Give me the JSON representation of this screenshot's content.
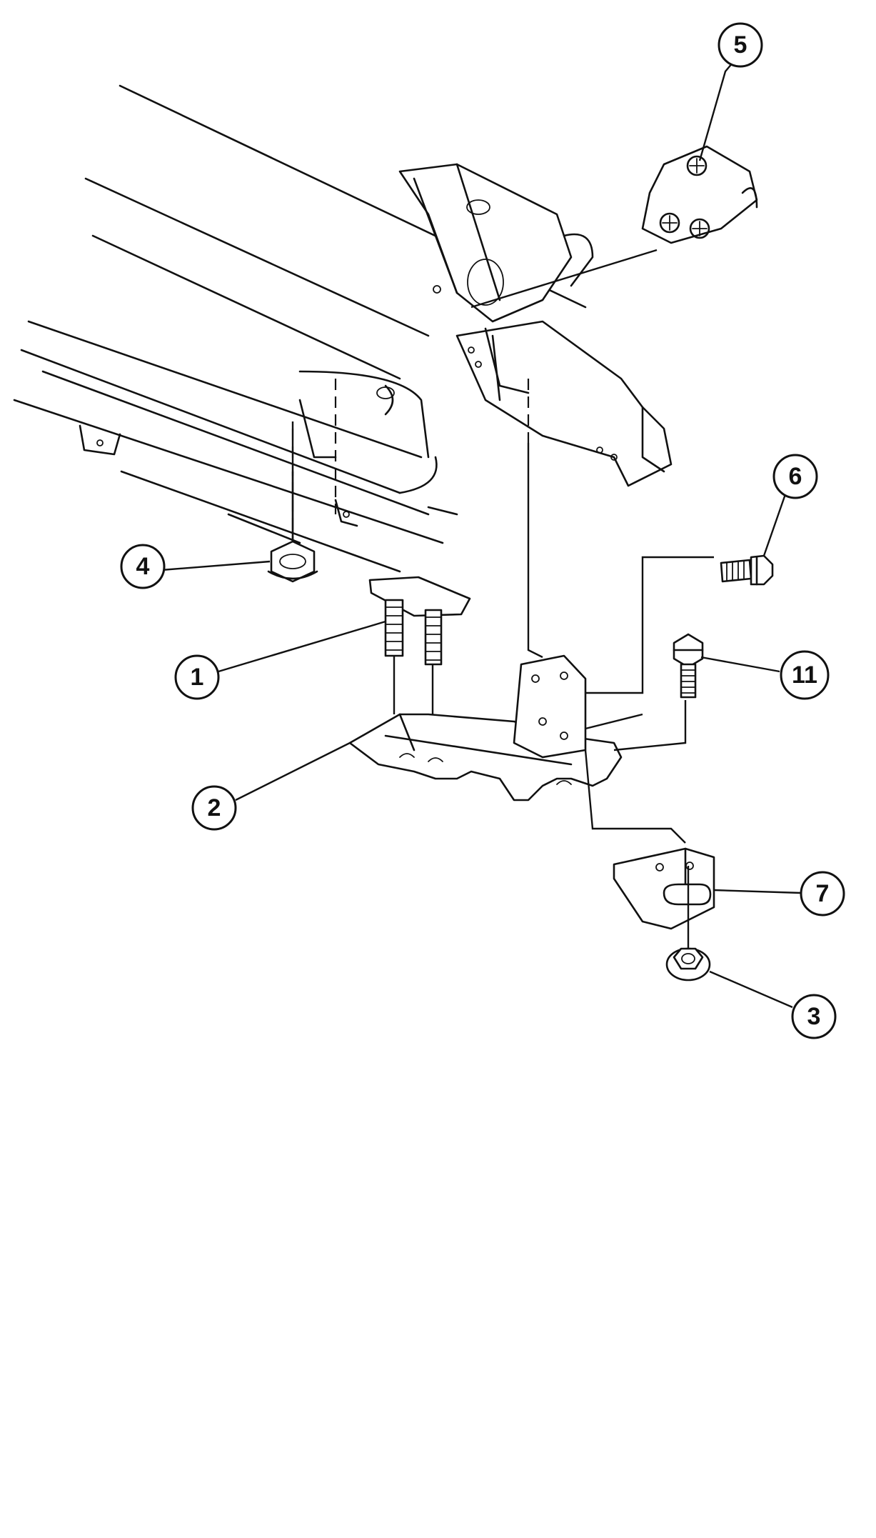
{
  "diagram": {
    "callouts": [
      {
        "id": "1",
        "label": "1"
      },
      {
        "id": "2",
        "label": "2"
      },
      {
        "id": "3",
        "label": "3"
      },
      {
        "id": "4",
        "label": "4"
      },
      {
        "id": "5",
        "label": "5"
      },
      {
        "id": "6",
        "label": "6"
      },
      {
        "id": "7",
        "label": "7"
      },
      {
        "id": "11",
        "label": "11"
      }
    ]
  }
}
